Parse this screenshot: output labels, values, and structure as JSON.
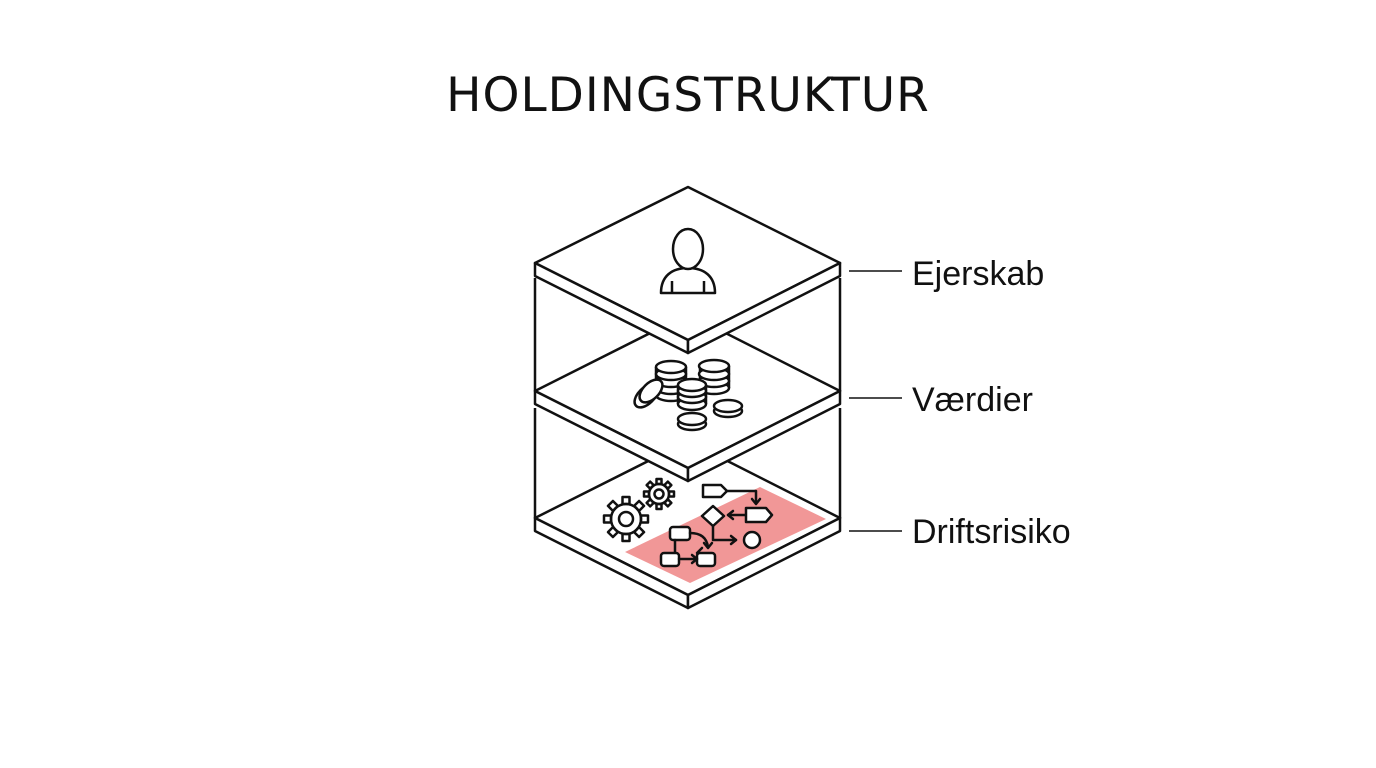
{
  "title": "HOLDINGSTRUKTUR",
  "layers": [
    {
      "label": "Ejerskab",
      "icon": "person-icon"
    },
    {
      "label": "Værdier",
      "icon": "coins-icon"
    },
    {
      "label": "Driftsrisiko",
      "icon": "gears-flowchart-icon"
    }
  ],
  "colors": {
    "stroke": "#111111",
    "risk_highlight": "#ef8c8c",
    "background": "#ffffff"
  }
}
